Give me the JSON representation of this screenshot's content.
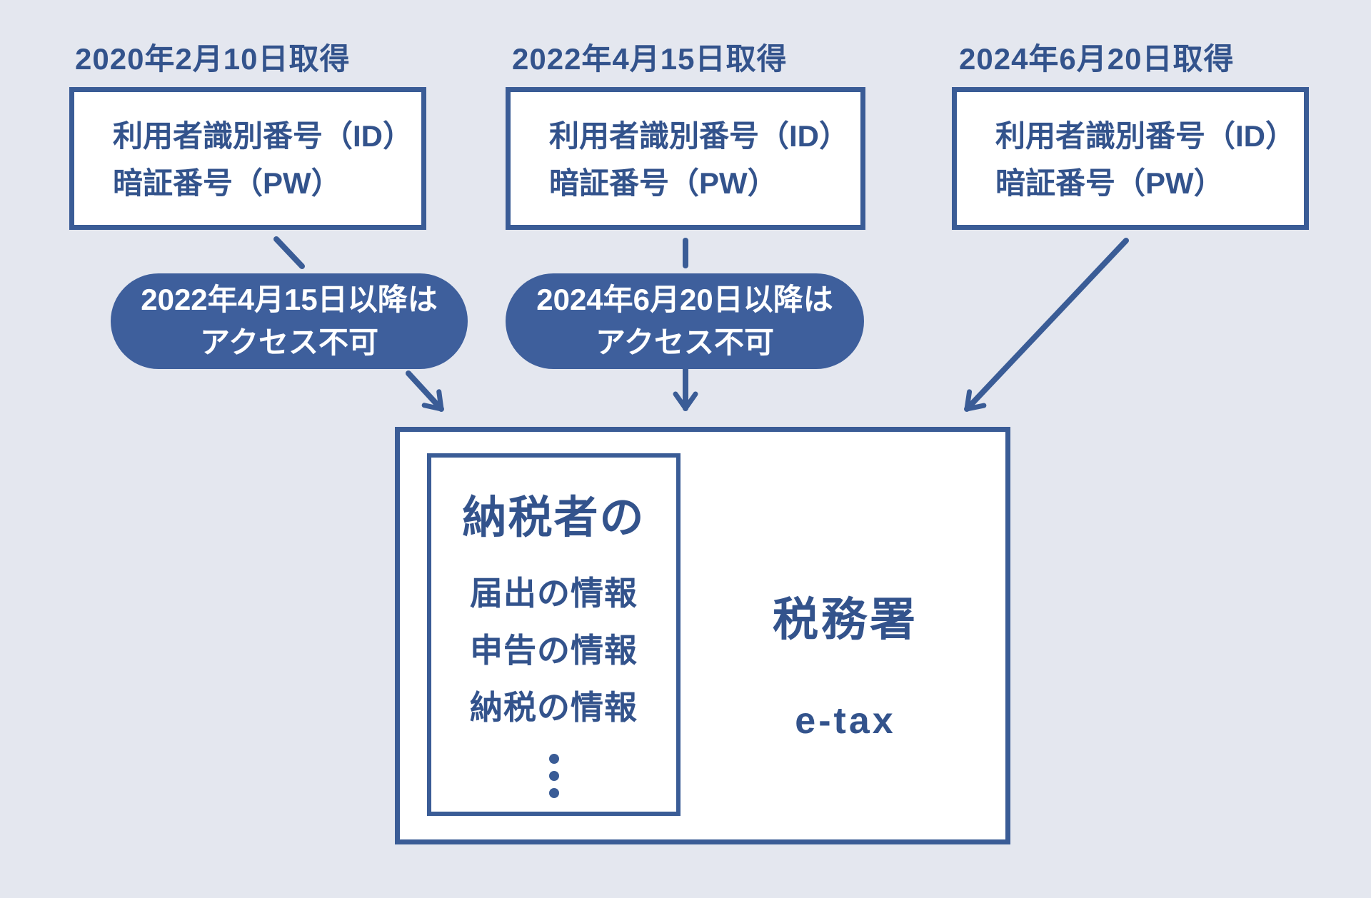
{
  "colors": {
    "bg": "#E4E7EF",
    "ink": "#3A5C96",
    "text": "#33538C",
    "pill": "#3E5F9C",
    "box_bg": "#FFFFFF",
    "pill_text": "#FFFFFF"
  },
  "credential_groups": [
    {
      "date_label": "2020年2月10日取得",
      "id_line": "利用者識別番号（ID）",
      "pw_line": "暗証番号（PW）"
    },
    {
      "date_label": "2022年4月15日取得",
      "id_line": "利用者識別番号（ID）",
      "pw_line": "暗証番号（PW）"
    },
    {
      "date_label": "2024年6月20日取得",
      "id_line": "利用者識別番号（ID）",
      "pw_line": "暗証番号（PW）"
    }
  ],
  "access_notes": [
    {
      "line1": "2022年4月15日以降は",
      "line2": "アクセス不可"
    },
    {
      "line1": "2024年6月20日以降は",
      "line2": "アクセス不可"
    }
  ],
  "etax": {
    "taxpayer_title": "納税者の",
    "taxpayer_items": [
      "届出の情報",
      "申告の情報",
      "納税の情報"
    ],
    "office_label": "税務署",
    "system_label": "e-tax"
  }
}
